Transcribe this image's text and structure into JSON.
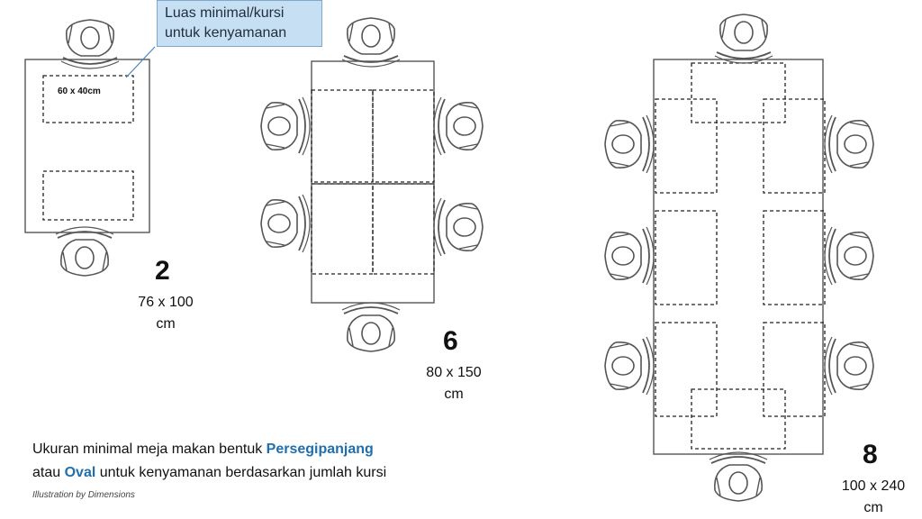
{
  "callout": {
    "line1": "Luas minimal/kursi",
    "line2": "untuk kenyamanan"
  },
  "seat_area_label": "60 x 40cm",
  "tables": [
    {
      "count": "2",
      "size": "76 x 100",
      "unit": "cm"
    },
    {
      "count": "6",
      "size": "80 x 150",
      "unit": "cm"
    },
    {
      "count": "8",
      "size": "100 x 240",
      "unit": "cm"
    }
  ],
  "caption": {
    "line1_prefix": "Ukuran minimal meja makan bentuk ",
    "line1_highlight": "Persegipanjang",
    "line2_prefix": "atau ",
    "line2_highlight": "Oval",
    "line2_suffix": " untuk kenyamanan berdasarkan jumlah kursi"
  },
  "credit": "Illustration by Dimensions",
  "colors": {
    "callout_bg": "#c7dff2",
    "highlight": "#1f6fae",
    "outline": "#555555"
  }
}
